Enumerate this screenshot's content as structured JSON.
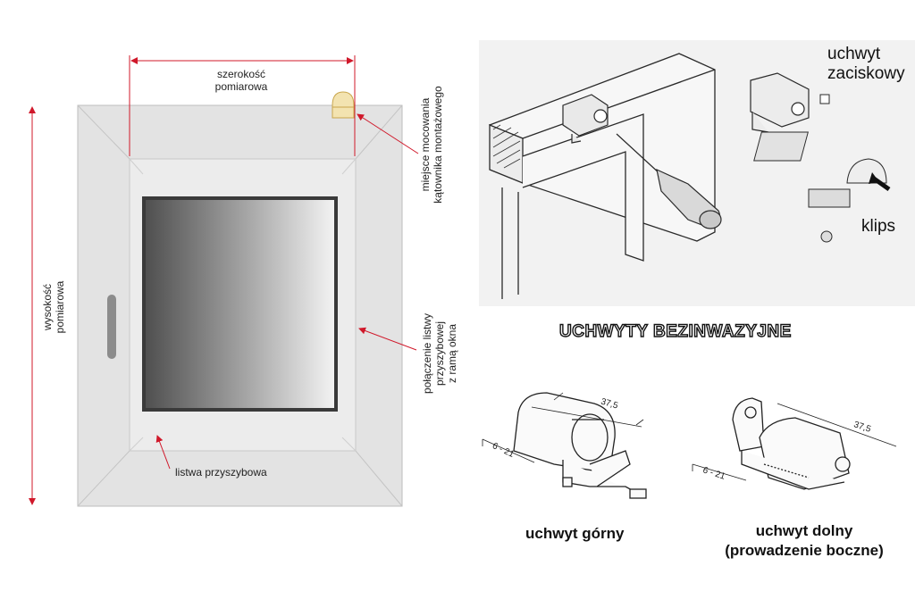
{
  "window": {
    "width_label": "szerokość\npomiarowa",
    "height_label": "wysokość\npomiarowa",
    "mount_label": "miejsce mocowania\nkątownika montażowego",
    "bead_joint_label": "połączenie listwy\nprzyszybowej\nz ramą okna",
    "bead_label": "listwa przyszybowa"
  },
  "install": {
    "clamp_label": "uchwyt\nzaciskowy",
    "clip_label": "klips"
  },
  "section_title": "UCHWYTY BEZINWAZYJNE",
  "top_holder": {
    "label": "uchwyt górny",
    "dim_length": "37,5",
    "dim_range": "6 - 21"
  },
  "bottom_holder": {
    "label": "uchwyt dolny\n(prowadzenie boczne)",
    "dim_length": "37,5",
    "dim_range": "6 - 21"
  },
  "colors": {
    "frame": "#e6e6e6",
    "dim_line": "#d0182a",
    "glass_dark": "#555555",
    "glass_light": "#f2f2f2"
  }
}
